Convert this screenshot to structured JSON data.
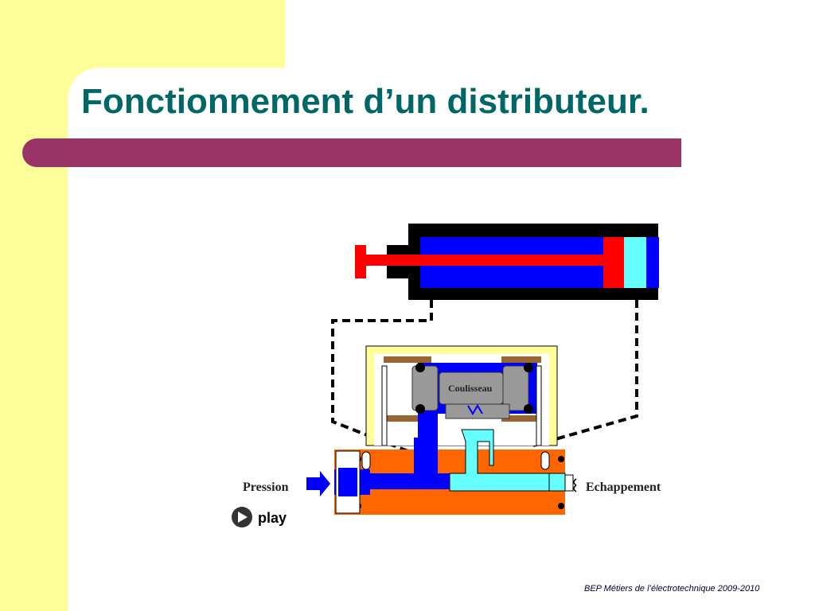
{
  "slide": {
    "title": "Fonctionnement d’un distributeur.",
    "footer": "BEP Métiers de l’électrotechnique 2009-2010"
  },
  "diagram": {
    "label_pressure": "Pression",
    "label_exhaust": "Echappement",
    "label_spool": "Coulisseau",
    "play_label": "play"
  },
  "colors": {
    "background_band": "#ffff99",
    "title": "#006666",
    "rule_bar": "#993366",
    "pressure_fluid": "#0000ff",
    "exhaust_fluid": "#66ffff",
    "piston": "#ff0000",
    "valve_body": "#ff6600"
  }
}
